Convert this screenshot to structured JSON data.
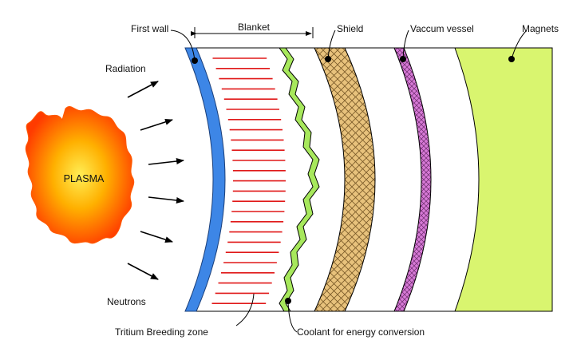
{
  "labels": {
    "first_wall": "First wall",
    "blanket": "Blanket",
    "shield": "Shield",
    "vacuum_vessel": "Vaccum vessel",
    "magnets": "Magnets",
    "radiation": "Radiation",
    "plasma": "PLASMA",
    "neutrons": "Neutrons",
    "tritium_breeding_zone": "Tritium Breeding zone",
    "coolant": "Coolant for energy conversion"
  },
  "colors": {
    "first_wall": "#3d86e6",
    "coolant_channel": "#a7e85c",
    "shield": "#e8c27c",
    "vacuum_vessel": "#d77ad6",
    "magnets": "#d9f56f",
    "breeding_lines": "#e01818",
    "plasma_edge": "#ff3b00",
    "plasma_mid": "#ff9900",
    "plasma_core": "#ffee55"
  }
}
